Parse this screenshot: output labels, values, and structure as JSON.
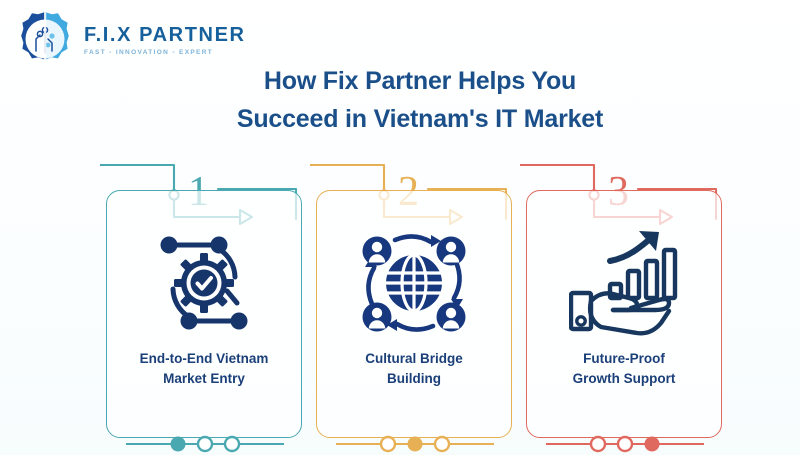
{
  "logo": {
    "name": "F.I.X PARTNER",
    "tagline": "FAST - INNOVATION - EXPERT",
    "icon": "gear-circuit-logo-icon",
    "color_dark": "#1b4f9c",
    "color_light": "#3fa9e0"
  },
  "title": {
    "line1": "How Fix Partner Helps You",
    "line2": "Succeed in Vietnam's IT Market",
    "color": "#1a4f8a"
  },
  "background_color": "#fbfeff",
  "cards": [
    {
      "number": "1",
      "label_line1": "End-to-End Vietnam",
      "label_line2": "Market Entry",
      "icon": "gear-checkmark-network-icon",
      "accent_color": "#4aa8b0",
      "icon_color": "#15356b",
      "active_dot_index": 0,
      "dot_count": 3
    },
    {
      "number": "2",
      "label_line1": "Cultural Bridge",
      "label_line2": "Building",
      "icon": "globe-people-exchange-icon",
      "accent_color": "#e8b055",
      "icon_color": "#17387e",
      "active_dot_index": 1,
      "dot_count": 3
    },
    {
      "number": "3",
      "label_line1": "Future-Proof",
      "label_line2": "Growth Support",
      "icon": "hand-growth-chart-icon",
      "accent_color": "#e0695f",
      "icon_color": "#17375e",
      "active_dot_index": 2,
      "dot_count": 3
    }
  ]
}
